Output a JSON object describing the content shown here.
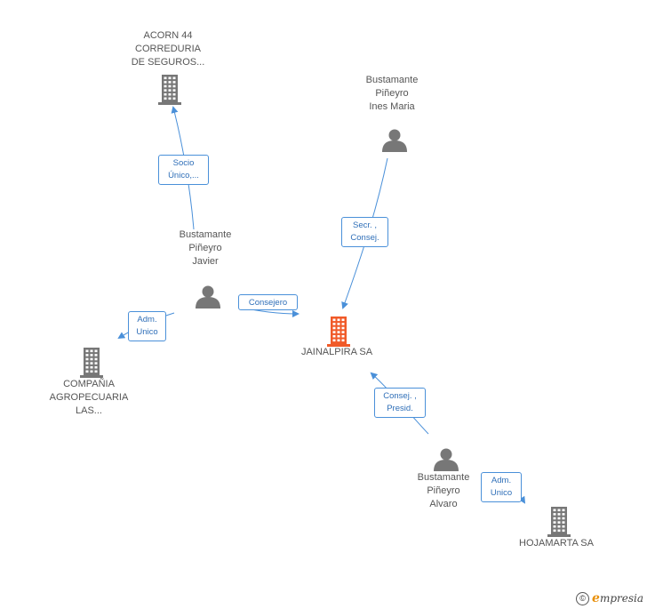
{
  "nodes": {
    "acorn": {
      "lines": [
        "ACORN 44",
        "CORREDURIA",
        "DE SEGUROS..."
      ],
      "type": "company",
      "highlight": false
    },
    "ines": {
      "lines": [
        "Bustamante",
        "Piñeyro",
        "Ines Maria"
      ],
      "type": "person",
      "highlight": false
    },
    "javier": {
      "lines": [
        "Bustamante",
        "Piñeyro",
        "Javier"
      ],
      "type": "person",
      "highlight": false
    },
    "jainalpira": {
      "lines": [
        "JAINALPIRA SA"
      ],
      "type": "company",
      "highlight": true
    },
    "compania": {
      "lines": [
        "COMPAÑIA",
        "AGROPECUARIA",
        "LAS..."
      ],
      "type": "company",
      "highlight": false
    },
    "alvaro": {
      "lines": [
        "Bustamante",
        "Piñeyro",
        "Alvaro"
      ],
      "type": "person",
      "highlight": false
    },
    "hojamarta": {
      "lines": [
        "HOJAMARTA SA"
      ],
      "type": "company",
      "highlight": false
    }
  },
  "edges": {
    "javier_acorn": {
      "lines": [
        "Socio",
        "Único,..."
      ]
    },
    "ines_jainalpira": {
      "lines": [
        "Secr. ,",
        "Consej."
      ]
    },
    "javier_jainalpira": {
      "lines": [
        "Consejero"
      ]
    },
    "javier_compania": {
      "lines": [
        "Adm.",
        "Unico"
      ]
    },
    "alvaro_jainalpira": {
      "lines": [
        "Consej. ,",
        "Presid."
      ]
    },
    "alvaro_hojamarta": {
      "lines": [
        "Adm.",
        "Unico"
      ]
    }
  },
  "colors": {
    "edge": "#4a90d9",
    "node_gray": "#777777",
    "node_highlight": "#f05a28"
  },
  "footer": {
    "copyright_symbol": "©",
    "brand_initial": "e",
    "brand_rest": "mpresia"
  }
}
